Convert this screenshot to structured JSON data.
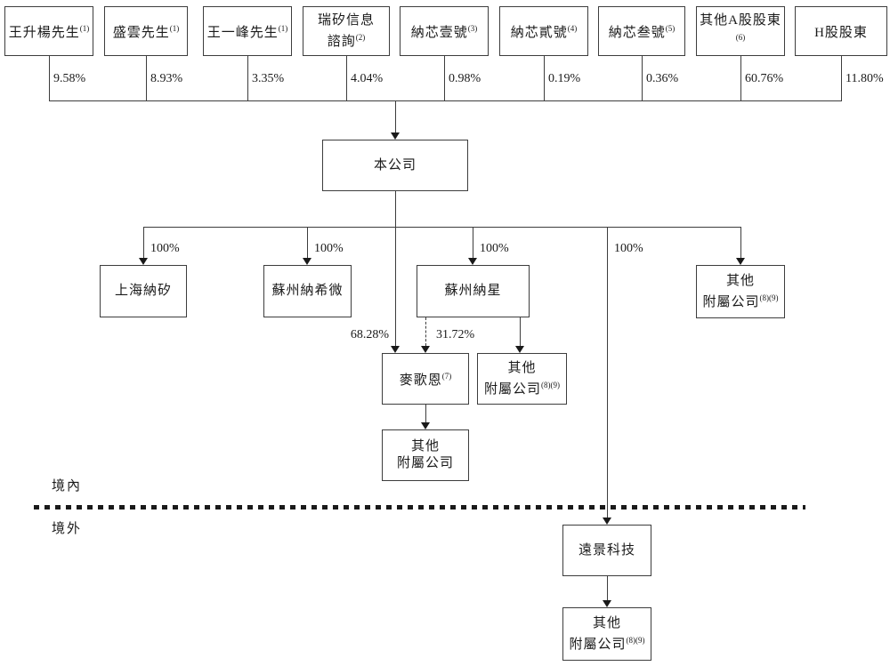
{
  "colors": {
    "background": "#ffffff",
    "line": "#3d3d3d",
    "text": "#1a1a1a"
  },
  "top_row": [
    {
      "name": "王升楊先生",
      "sup": "(1)",
      "pct": "9.58%"
    },
    {
      "name": "盛雲先生",
      "sup": "(1)",
      "pct": "8.93%"
    },
    {
      "name": "王一峰先生",
      "sup": "(1)",
      "pct": "3.35%"
    },
    {
      "line1": "瑞矽信息",
      "line2": "諮詢",
      "sup": "(2)",
      "pct": "4.04%"
    },
    {
      "name": "納芯壹號",
      "sup": "(3)",
      "pct": "0.98%"
    },
    {
      "name": "納芯貳號",
      "sup": "(4)",
      "pct": "0.19%"
    },
    {
      "name": "納芯叁號",
      "sup": "(5)",
      "pct": "0.36%"
    },
    {
      "name": "其他A股股東",
      "sup": "(6)",
      "pct": "60.76%"
    },
    {
      "name": "H股股東",
      "sup": "",
      "pct": "11.80%"
    }
  ],
  "company": {
    "name": "本公司"
  },
  "level2": {
    "shanghai_naxi": {
      "name": "上海納矽",
      "pct": "100%"
    },
    "suzhou_naxiwei": {
      "name": "蘇州納希微",
      "pct": "100%"
    },
    "suzhou_naxing": {
      "name": "蘇州納星",
      "pct": "100%"
    },
    "yuanjing_branch_pct": "100%",
    "other_subs_right": {
      "line1": "其他",
      "line2": "附屬公司",
      "sup": "(8)(9)"
    }
  },
  "level3": {
    "magehn": {
      "name": "麥歌恩",
      "sup": "(7)"
    },
    "magehn_direct_pct": "68.28%",
    "magehn_via_pct": "31.72%",
    "other_subs_mid": {
      "line1": "其他",
      "line2": "附屬公司",
      "sup": "(8)(9)"
    }
  },
  "level4": {
    "other_subs_under_magehn": {
      "line1": "其他",
      "line2": "附屬公司",
      "sup": ""
    }
  },
  "boundary": {
    "inside_label": "境內",
    "outside_label": "境外"
  },
  "offshore": {
    "yuanjing": {
      "name": "遠景科技"
    },
    "other_subs_bottom": {
      "line1": "其他",
      "line2": "附屬公司",
      "sup": "(8)(9)"
    }
  }
}
